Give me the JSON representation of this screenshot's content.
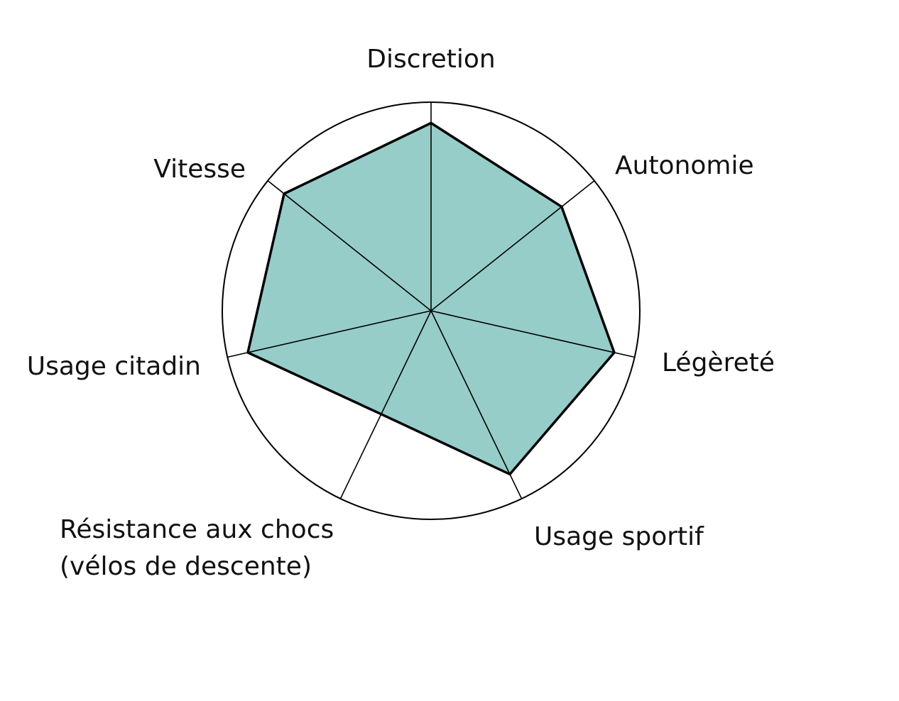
{
  "chart_data": {
    "type": "radar",
    "title": "",
    "axes": [
      "Discretion",
      "Autonomie",
      "Légèreté",
      "Usage sportif",
      [
        "Résistance aux chocs",
        "(vélos de descente)"
      ],
      "Usage citadin",
      "Vitesse"
    ],
    "values": [
      0.9,
      0.8,
      0.9,
      0.87,
      0.55,
      0.9,
      0.9
    ],
    "max": 1,
    "fill_color": "#96cdc9",
    "line_color": "#000000",
    "grid": "outer-circle-only"
  }
}
